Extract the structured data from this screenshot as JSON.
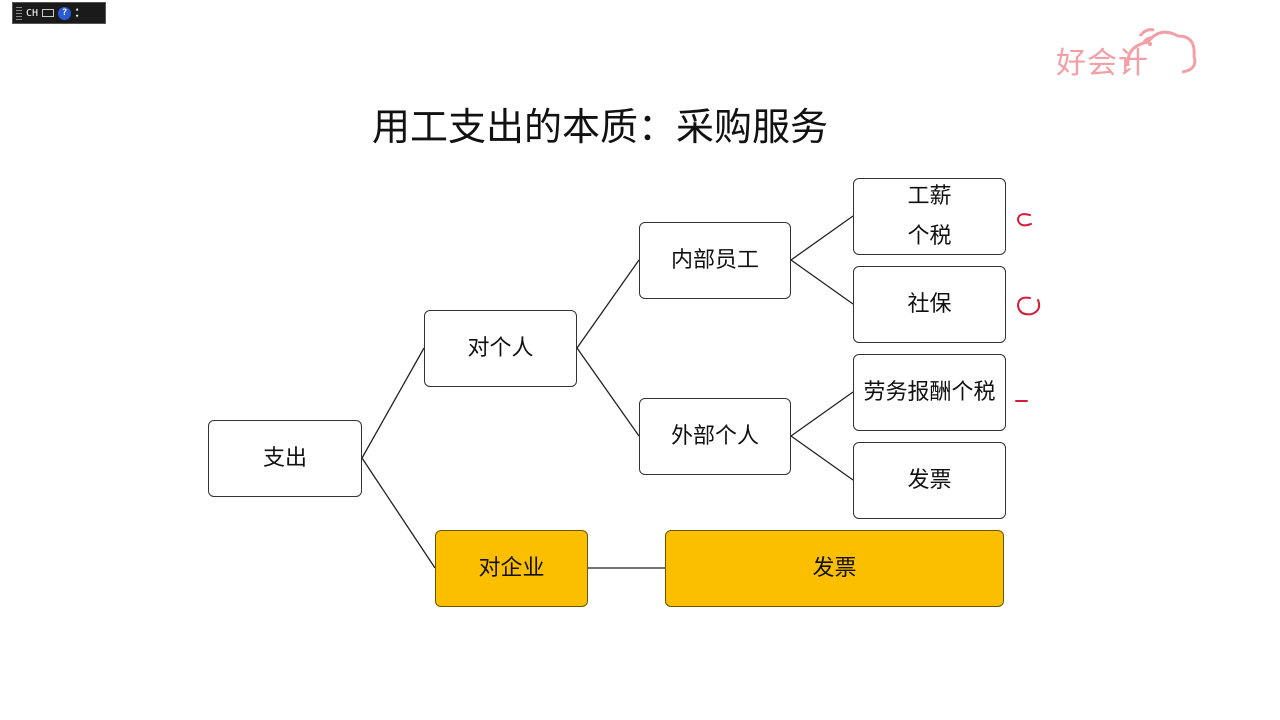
{
  "toolbar": {
    "lang": "CH",
    "help": "?"
  },
  "logo": {
    "text": "好会计"
  },
  "title": "用工支出的本质：采购服务",
  "nodes": {
    "root": "支出",
    "to_individual": "对个人",
    "to_enterprise": "对企业",
    "internal": "内部员工",
    "external": "外部个人",
    "salary_line1": "工薪",
    "salary_line2": "个税",
    "social": "社保",
    "labor": "劳务报酬个税",
    "invoice_external": "发票",
    "invoice_enterprise": "发票"
  },
  "colors": {
    "highlight": "#fbbf00",
    "annotation": "#d81b3a",
    "logo": "#f2a0a6"
  }
}
